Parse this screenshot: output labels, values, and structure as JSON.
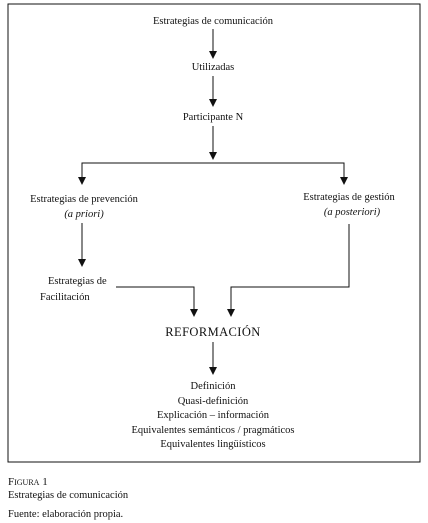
{
  "diagram": {
    "nodes": {
      "root": "Estrategias de comunicación",
      "used": "Utilizadas",
      "participant": "Participante N",
      "prevention": "Estrategias de prevención",
      "prevention_note": "(a priori)",
      "management": "Estrategias de gestión",
      "management_note": "(a posteriori)",
      "facilitation_line1": "Estrategias de",
      "facilitation_line2": "Facilitación",
      "reformulation": "REFORMACIÓN"
    },
    "outcomes": [
      "Definición",
      "Quasi-definición",
      "Explicación – información",
      "Equivalentes semánticos / pragmáticos",
      "Equivalentes lingüísticos"
    ]
  },
  "caption": {
    "label": "Figura 1",
    "title": "Estrategias de comunicación",
    "source": "Fuente: elaboración propia."
  }
}
